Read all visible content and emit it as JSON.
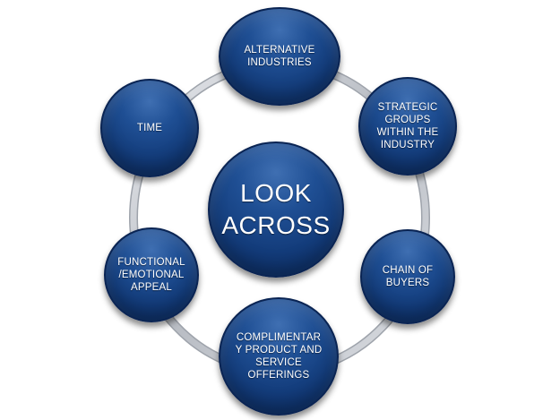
{
  "diagram": {
    "center": {
      "label": "LOOK\nACROSS"
    },
    "nodes": [
      {
        "id": "alternative-industries",
        "label": "ALTERNATIVE\nINDUSTRIES"
      },
      {
        "id": "strategic-groups",
        "label": "STRATEGIC\nGROUPS\nWITHIN THE\nINDUSTRY"
      },
      {
        "id": "chain-of-buyers",
        "label": "CHAIN OF\nBUYERS"
      },
      {
        "id": "complimentary-offerings",
        "label": "COMPLIMENTAR\nY PRODUCT AND\nSERVICE\nOFFERINGS"
      },
      {
        "id": "functional-emotional-appeal",
        "label": "FUNCTIONAL\n/EMOTIONAL\nAPPEAL"
      },
      {
        "id": "time",
        "label": "TIME"
      }
    ],
    "colors": {
      "node_fill": "#1a4a8e",
      "node_dark": "#0b2a5e",
      "ring": "#c9ccd2",
      "text": "#ffffff"
    }
  }
}
